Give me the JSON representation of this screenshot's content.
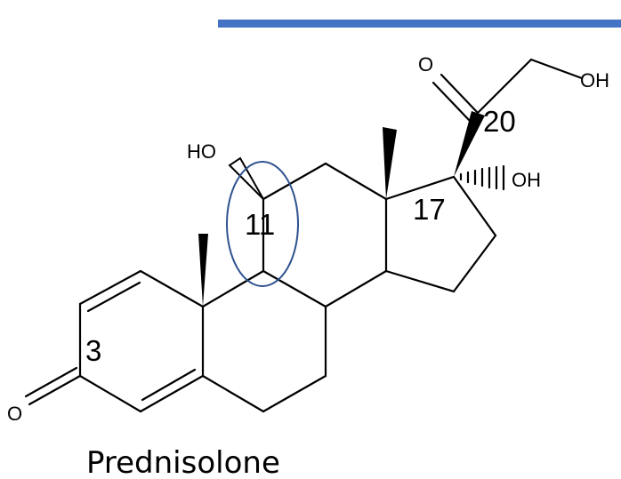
{
  "molecule": {
    "name": "Prednisolone",
    "atom_labels": {
      "o_ketone_c3": "O",
      "o_ketone_c20": "O",
      "oh_c21": "OH",
      "oh_c11": "HO",
      "oh_c17": "OH"
    },
    "position_numbers": {
      "c3": "3",
      "c11": "11",
      "c17": "17",
      "c20": "20"
    }
  },
  "colors": {
    "header_bar": "#4472c4",
    "highlight_ellipse": "#2f528f",
    "bonds": "#000000"
  }
}
